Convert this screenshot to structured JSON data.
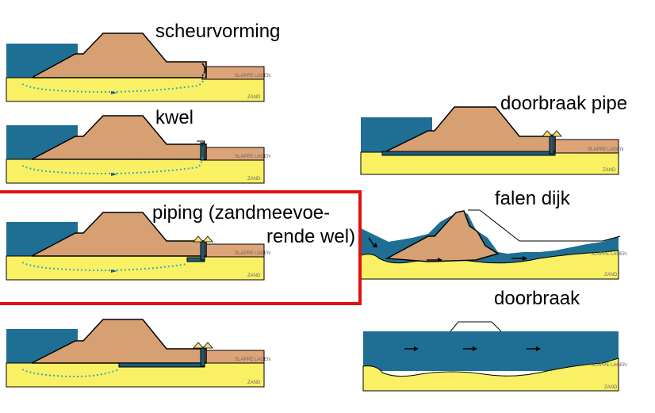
{
  "labels": {
    "scheurvorming": "scheurvorming",
    "kwel": "kwel",
    "piping_line1": "piping (zandmeevoe-",
    "piping_line2": "rende wel)",
    "doorbraak_pipe": "doorbraak pipe",
    "falen_dijk": "falen dijk",
    "doorbraak": "doorbraak"
  },
  "layer_labels": {
    "slappe_lagen": "SLAPPE LAGEN",
    "zand": "ZAND"
  },
  "colors": {
    "water": "#1f6e94",
    "sand": "#f9f163",
    "clay": "#dda479",
    "dike": "#d7a072",
    "pipe": "#1c5d7a",
    "seepage": "#4fb3c9",
    "highlight": "#e01010"
  }
}
